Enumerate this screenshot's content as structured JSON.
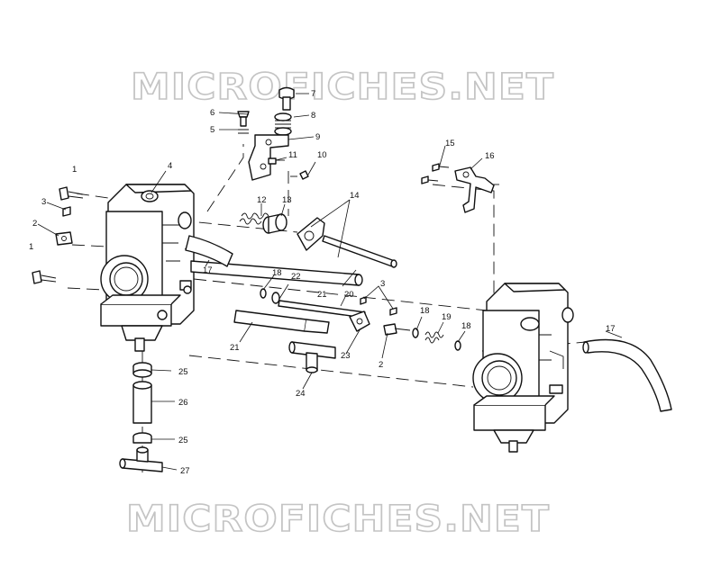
{
  "watermark": {
    "top": "MICROFICHES.NET",
    "bottom": "MICROFICHES.NET"
  },
  "callouts": {
    "c7": "7",
    "c8": "8",
    "c6": "6",
    "c5": "5",
    "c9": "9",
    "c10": "10",
    "c11": "11",
    "c4": "4",
    "c1a": "1",
    "c3a": "3",
    "c2a": "2",
    "c1b": "1",
    "c12": "12",
    "c13": "13",
    "c14": "14",
    "c17a": "17",
    "c18a": "18",
    "c22": "22",
    "c21a": "21",
    "c20": "20",
    "c3b": "3",
    "c18b": "18",
    "c19": "19",
    "c18c": "18",
    "c23": "23",
    "c2b": "2",
    "c21b": "21",
    "c24": "24",
    "c25a": "25",
    "c26": "26",
    "c25b": "25",
    "c27": "27",
    "c15": "15",
    "c16": "16",
    "c17b": "17"
  }
}
